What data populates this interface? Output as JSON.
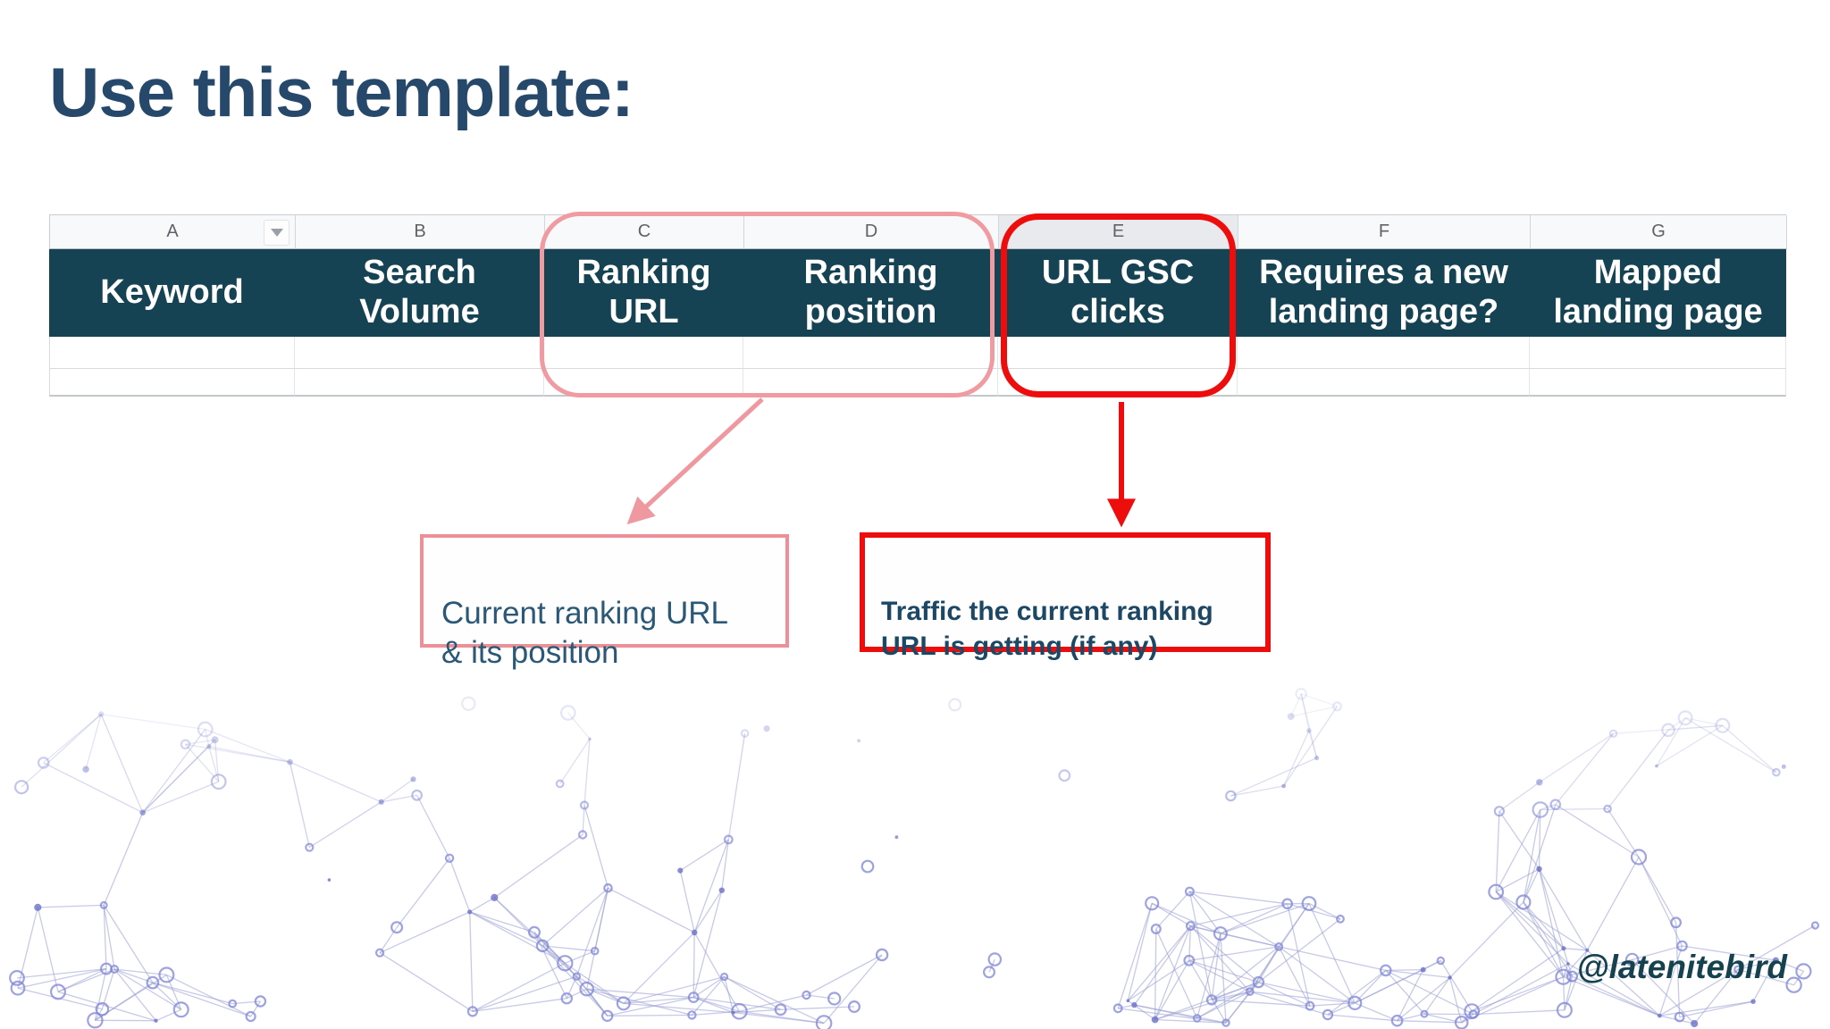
{
  "slide": {
    "title": "Use this template:",
    "handle": "@latenitebird"
  },
  "spreadsheet": {
    "column_letters": [
      "A",
      "B",
      "C",
      "D",
      "E",
      "F",
      "G"
    ],
    "headers": [
      "Keyword",
      "Search\nVolume",
      "Ranking\nURL",
      "Ranking\nposition",
      "URL GSC\nclicks",
      "Requires a new\nlanding page?",
      "Mapped\nlanding page"
    ],
    "empty_row_count": 2
  },
  "annotations": {
    "pink_callout_text": "Current ranking URL\n& its position",
    "red_callout_text": "Traffic the current ranking\nURL is getting (if any)",
    "pink_ring_columns": "C, D",
    "red_ring_column": "E"
  },
  "colors": {
    "title_text": "#26496b",
    "table_header_bg": "#164353",
    "table_header_text": "#ffffff",
    "pink_accent": "#f09aa2",
    "red_accent": "#ee0d0d",
    "pink_callout_text": "#2a5876",
    "red_callout_text": "#1d4865",
    "handle_text": "#16424f",
    "network_node": "#6b71c9"
  }
}
